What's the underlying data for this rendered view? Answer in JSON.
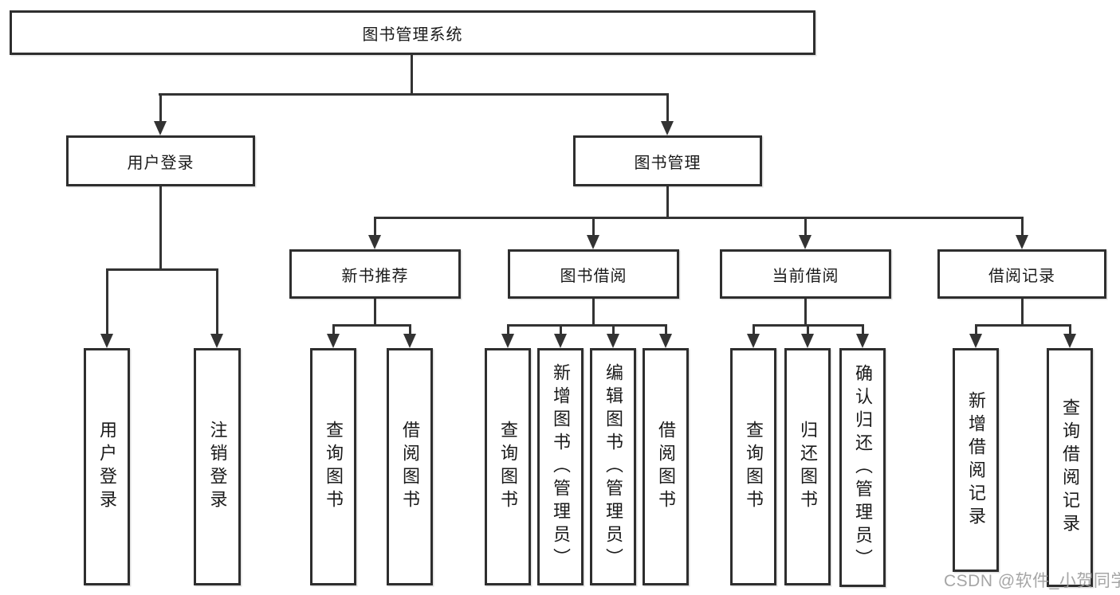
{
  "page": {
    "background": "#ffffff"
  },
  "colors": {
    "line": "#333333",
    "border": "#2e2e2e",
    "text": "#1a1a1a",
    "box_fill": "#ffffff"
  },
  "watermark": {
    "text": "CSDN @软件_小贺同学",
    "color": "#9e9e9e"
  },
  "tree": {
    "root": {
      "label": "图书管理系统"
    },
    "branches": [
      {
        "label": "用户登录",
        "children": [
          {
            "label": "用户登录"
          },
          {
            "label": "注销登录"
          }
        ]
      },
      {
        "label": "图书管理",
        "children": [
          {
            "label": "新书推荐",
            "children": [
              {
                "label": "查询图书"
              },
              {
                "label": "借阅图书"
              }
            ]
          },
          {
            "label": "图书借阅",
            "children": [
              {
                "label": "查询图书"
              },
              {
                "label": "新增图书（管理员）"
              },
              {
                "label": "编辑图书（管理员）"
              },
              {
                "label": "借阅图书"
              }
            ]
          },
          {
            "label": "当前借阅",
            "children": [
              {
                "label": "查询图书"
              },
              {
                "label": "归还图书"
              },
              {
                "label": "确认归还（管理员）"
              }
            ]
          },
          {
            "label": "借阅记录",
            "children": [
              {
                "label": "新增借阅记录"
              },
              {
                "label": "查询借阅记录"
              }
            ]
          }
        ]
      }
    ]
  }
}
